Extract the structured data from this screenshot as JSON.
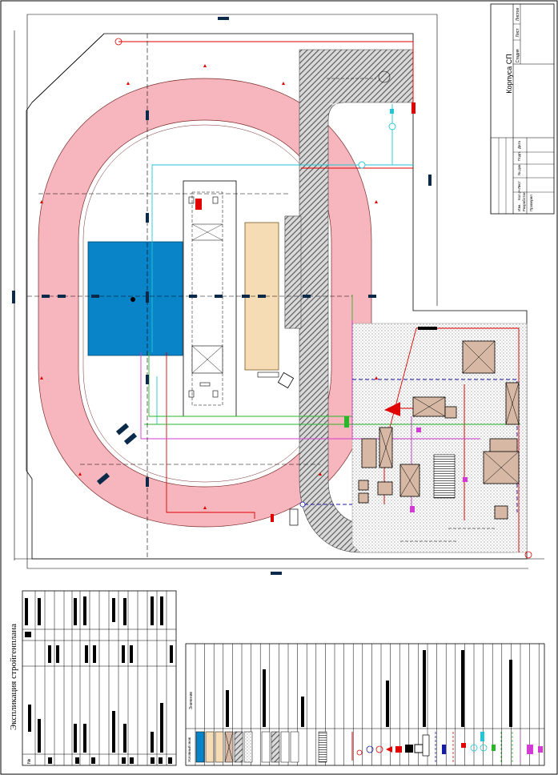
{
  "title_block": {
    "sheet_name": "Корпуса СП",
    "col_stage": "Стадия",
    "col_sheet": "Лист",
    "col_sheets": "Листов",
    "rows": [
      "Изм.",
      "Кол.уч.",
      "Лист",
      "№ док.",
      "Подп.",
      "Дата"
    ],
    "developed": "Разработал",
    "checked": "Проверил"
  },
  "explication": {
    "title": "Экспликация стройгенплана",
    "num_header": "№"
  },
  "legend": {
    "name_header": "Значение",
    "symbol_header": "Условный знак"
  },
  "colors": {
    "track": "#f7b6bd",
    "pool": "#0a84c8",
    "hatch": "#6e6e6e",
    "sand": "#f6dcb4",
    "red_line": "#e00000",
    "cyan_line": "#22c6d6",
    "green_line": "#2ab52a",
    "magenta_line": "#d23cd2",
    "blue_line": "#1a1aa8"
  }
}
